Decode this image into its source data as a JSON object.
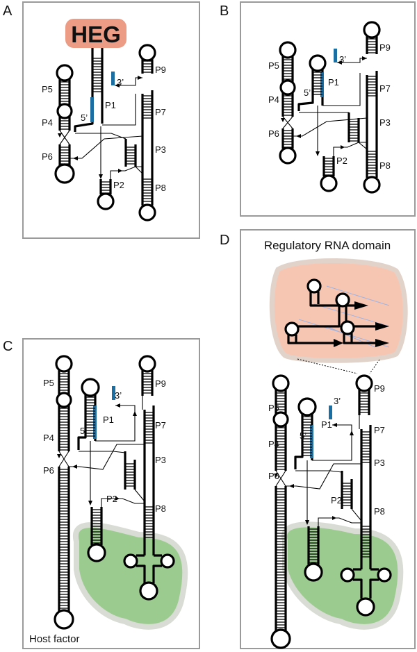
{
  "panels": {
    "A": {
      "label": "A",
      "heg": "HEG",
      "five_prime": "5’",
      "three_prime": "3’",
      "stems": [
        "P1",
        "P2",
        "P3",
        "P4",
        "P5",
        "P6",
        "P7",
        "P8",
        "P9"
      ]
    },
    "B": {
      "label": "B",
      "five_prime": "5’",
      "three_prime": "3’",
      "stems": [
        "P1",
        "P2",
        "P3",
        "P4",
        "P5",
        "P6",
        "P7",
        "P8",
        "P9"
      ]
    },
    "C": {
      "label": "C",
      "five_prime": "5’",
      "three_prime": "3’",
      "host_factor": "Host factor",
      "stems": [
        "P1",
        "P2",
        "P3",
        "P4",
        "P5",
        "P6",
        "P7",
        "P8",
        "P9"
      ]
    },
    "D": {
      "label": "D",
      "title": "Regulatory RNA domain",
      "five_prime": "5’",
      "three_prime": "3’",
      "stems": [
        "P1",
        "P2",
        "P3",
        "P4",
        "P5",
        "P6",
        "P7",
        "P8",
        "P9"
      ]
    }
  },
  "colors": {
    "heg_fill": "#ec9b85",
    "regulatory_fill": "#f7c6b2",
    "regulatory_border": "#e2d3ca",
    "host_fill": "#9ccb8f",
    "host_border": "#d8dcd4",
    "strand_marker": "#1b6ea1",
    "panel_border": "#9a9a9a"
  }
}
